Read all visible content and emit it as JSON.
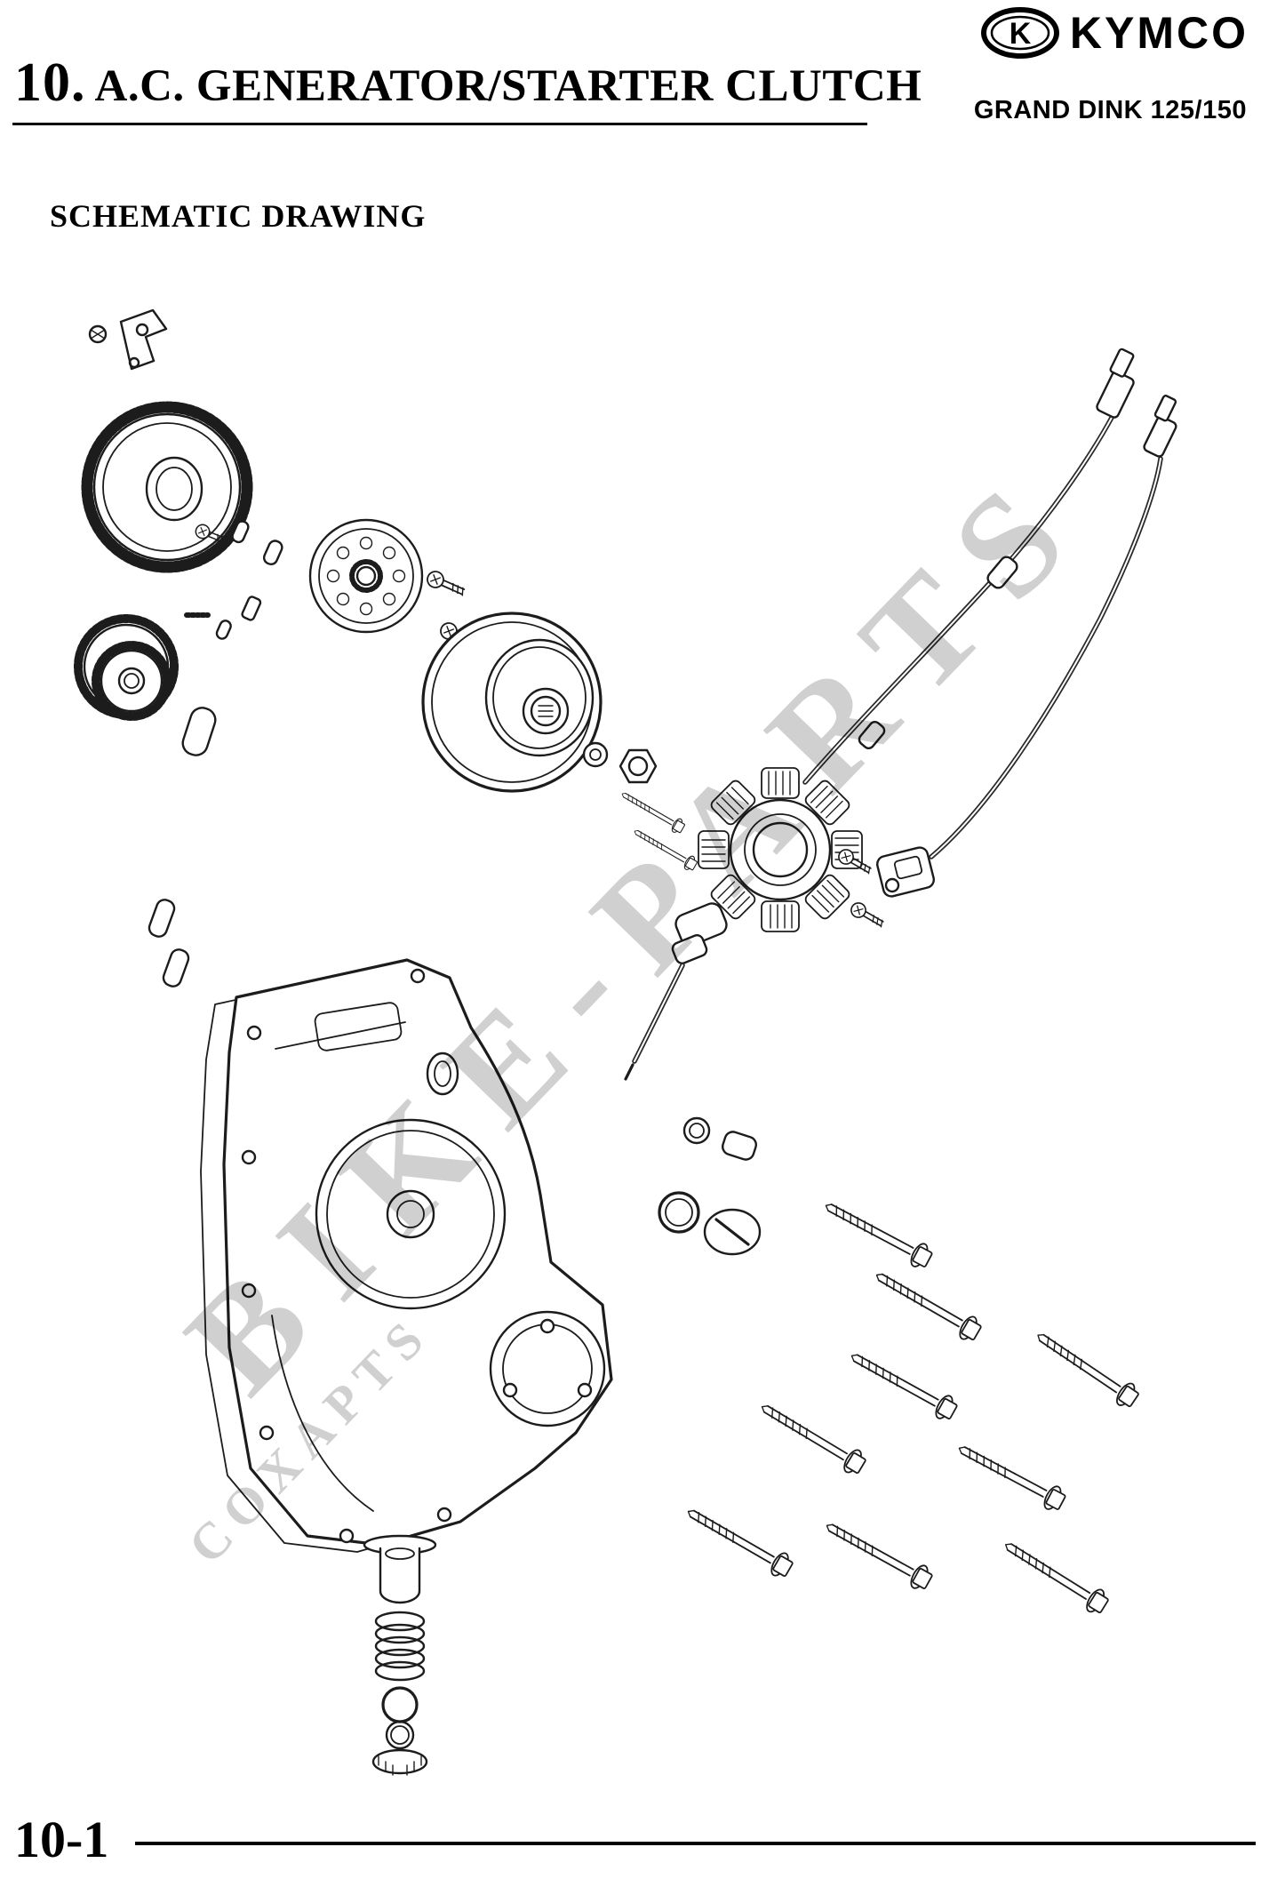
{
  "header": {
    "chapter_number": "10.",
    "title": "A.C. GENERATOR/STARTER CLUTCH",
    "brand": "KYMCO",
    "logo_letter": "K",
    "model": "GRAND DINK 125/150"
  },
  "section": {
    "heading": "SCHEMATIC DRAWING"
  },
  "watermark": {
    "text": "BIKE-PARTS",
    "subtext": "COXAPTS"
  },
  "footer": {
    "page_number": "10-1"
  },
  "diagram": {
    "description": "Exploded schematic drawing of A.C. generator and starter clutch",
    "parts": [
      "bracket",
      "starter driven gear",
      "idler double gear",
      "dowel pins",
      "starter clutch plate",
      "flywheel rotor",
      "washer",
      "rotor nut",
      "stator assembly",
      "pickup coil",
      "wire harness",
      "crankcase cover",
      "gasket",
      "oil dipstick",
      "o-ring",
      "cap plug",
      "mounting bolts",
      "oil strainer cup",
      "spring"
    ]
  }
}
